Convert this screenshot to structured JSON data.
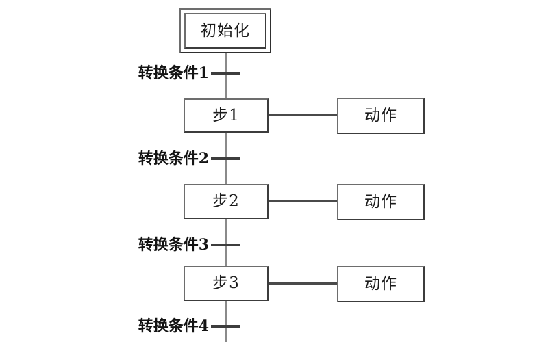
{
  "diagram": {
    "type": "sequential-function-chart",
    "title_text": "",
    "colors": {
      "background": "#ffffff",
      "box_border": "#6d6d6d",
      "box_border_shadow": "#3c3c3c",
      "vertical_line": "#8a8a8a",
      "connector_line": "#4a4a4a",
      "tick_mark": "#3d3d3d",
      "text": "#141414"
    },
    "initial_step": {
      "label": "初始化"
    },
    "steps": [
      {
        "label": "步1",
        "action": "动作"
      },
      {
        "label": "步2",
        "action": "动作"
      },
      {
        "label": "步3",
        "action": "动作"
      }
    ],
    "transitions": [
      {
        "label": "转换条件1"
      },
      {
        "label": "转换条件2"
      },
      {
        "label": "转换条件3"
      },
      {
        "label": "转换条件4"
      }
    ]
  }
}
